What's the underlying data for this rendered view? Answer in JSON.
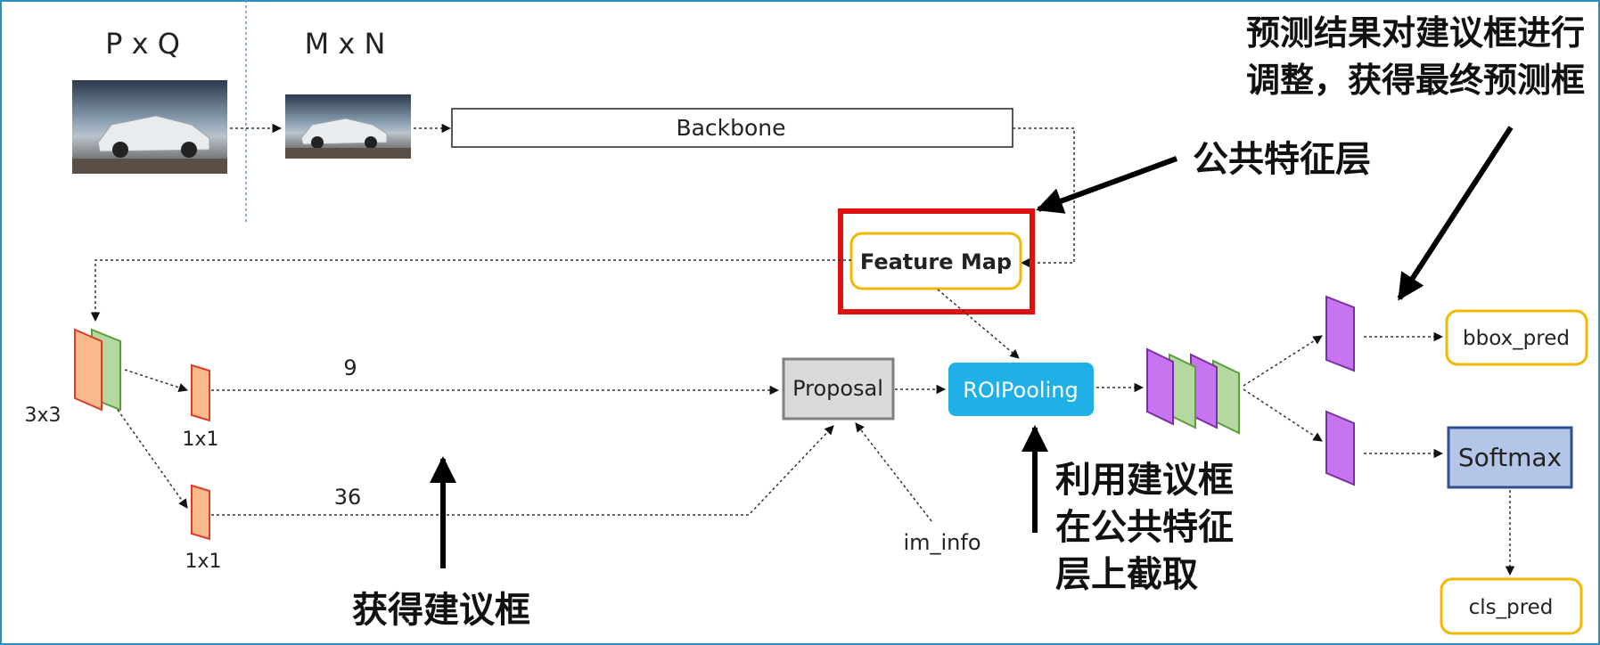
{
  "labels": {
    "input_size": "P x Q",
    "resized_size": "M x N",
    "backbone": "Backbone",
    "feature_map": "Feature Map",
    "conv3x3": "3x3",
    "conv1x1_top": "1x1",
    "conv1x1_bottom": "1x1",
    "anchors_score": "9",
    "anchors_reg": "36",
    "proposal": "Proposal",
    "roipooling": "ROIPooling",
    "im_info": "im_info",
    "bbox_pred": "bbox_pred",
    "softmax": "Softmax",
    "cls_pred": "cls_pred"
  },
  "annotations": {
    "shared_layer": "公共特征层",
    "refine_line1": "预测结果对建议框进行",
    "refine_line2": "调整，获得最终预测框",
    "get_proposals": "获得建议框",
    "crop_line1": "利用建议框",
    "crop_line2": "在公共特征",
    "crop_line3": "层上截取"
  },
  "colors": {
    "orange_fill": "#f9b98a",
    "orange_stroke": "#e03a2a",
    "green_fill": "#b5d7a0",
    "green_stroke": "#5a9e3a",
    "purple_fill": "#c774f0",
    "purple_stroke": "#7a2fa0",
    "roi_blue": "#1fb0e8",
    "softmax_fill": "#b4c6e7",
    "softmax_stroke": "#2f4f8f",
    "gold": "#f2b800",
    "highlight_red": "#e01010",
    "border_blue": "#2a8fbf"
  },
  "icons": {
    "input_image": "car-photo",
    "resized_image": "car-photo"
  }
}
